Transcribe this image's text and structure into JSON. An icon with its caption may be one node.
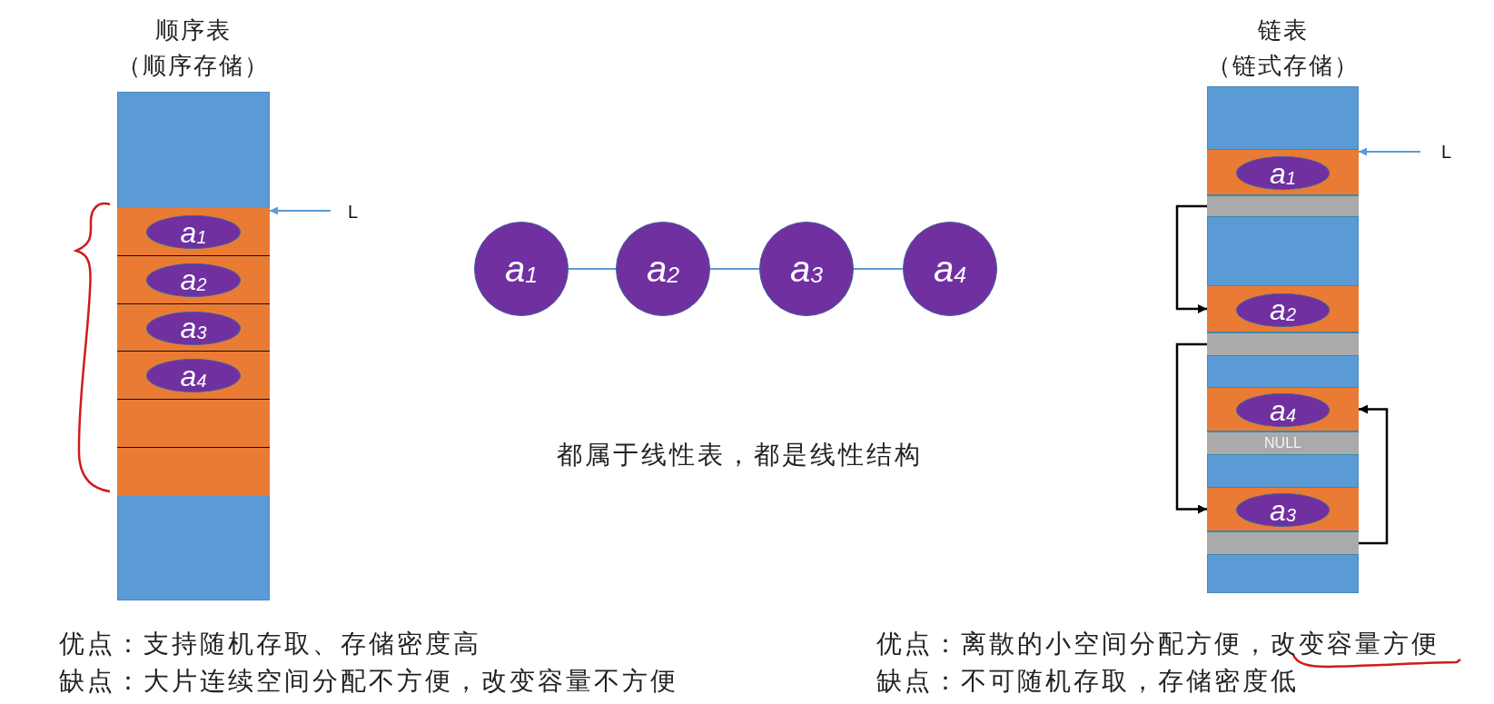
{
  "diagram": {
    "nodes": [
      {
        "text": [
          "顺序表",
          "（顺序存储）"
        ]
      },
      {
        "text": [],
        "shape": "box",
        "in": 0
      },
      {
        "text": [
          "a$_{1}$"
        ],
        "in": 1
      },
      {
        "text": [],
        "shape": "box",
        "in": 0
      },
      {
        "text": [
          "a$_{2}$"
        ],
        "in": 3
      },
      {
        "text": [],
        "shape": "box",
        "in": 0
      },
      {
        "text": [
          "a$_{3}$"
        ],
        "in": 5
      },
      {
        "text": [],
        "shape": "box",
        "in": 0
      },
      {
        "text": [
          "a$_{4}$"
        ],
        "in": 7
      },
      {
        "text": [],
        "shape": "box",
        "in": 0
      },
      {
        "text": [],
        "shape": "box",
        "in": 0
      },
      {
        "text": [
          "L"
        ]
      },
      {
        "text": [
          "a$_{1}$"
        ]
      },
      {
        "text": [
          "a$_{2}$"
        ]
      },
      {
        "text": [
          "a$_{3}$"
        ]
      },
      {
        "text": [
          "a$_{4}$"
        ]
      },
      {
        "text": [
          "链表",
          "（链式存储）"
        ]
      },
      {
        "text": [
          "L"
        ]
      },
      {
        "text": [],
        "shape": "box",
        "in": 16
      },
      {
        "text": [
          "a$_{1}$"
        ],
        "in": 18
      },
      {
        "text": [],
        "shape": "box",
        "in": 16
      },
      {
        "text": [],
        "shape": "box",
        "in": 16
      },
      {
        "text": [
          "a$_{2}$"
        ],
        "in": 21
      },
      {
        "text": [],
        "shape": "box",
        "in": 16
      },
      {
        "text": [],
        "shape": "box",
        "in": 16
      },
      {
        "text": [
          "a$_{4}$"
        ],
        "in": 24
      },
      {
        "text": [
          "NULL"
        ],
        "in": 16
      },
      {
        "text": [],
        "shape": "box",
        "in": 16
      },
      {
        "text": [
          "a$_{3}$"
        ],
        "in": 27
      },
      {
        "text": [],
        "shape": "box",
        "in": 16
      }
    ],
    "edges": [
      {
        "from": 11,
        "to": 1,
        "arrow": "to"
      },
      {
        "from": 12,
        "to": 13,
        "arrow": "none"
      },
      {
        "from": 13,
        "to": 14,
        "arrow": "none"
      },
      {
        "from": 14,
        "to": 15,
        "arrow": "none"
      },
      {
        "from": 17,
        "to": 18,
        "arrow": "to"
      },
      {
        "from": 20,
        "to": 21,
        "arrow": "to",
        "color": "#000000"
      },
      {
        "from": 23,
        "to": 27,
        "arrow": "to",
        "color": "#000000"
      },
      {
        "from": 29,
        "to": 24,
        "arrow": "to",
        "color": "#000000"
      }
    ],
    "labels": [
      "都属于线性表，都是线性结构",
      "优点：支持随机存取、存储密度高",
      "缺点：大片连续空间分配不方便，改变容量不方便",
      "优点：离散的小空间分配方便，改变容量方便",
      "缺点：不可随机存取，存储密度低"
    ]
  }
}
